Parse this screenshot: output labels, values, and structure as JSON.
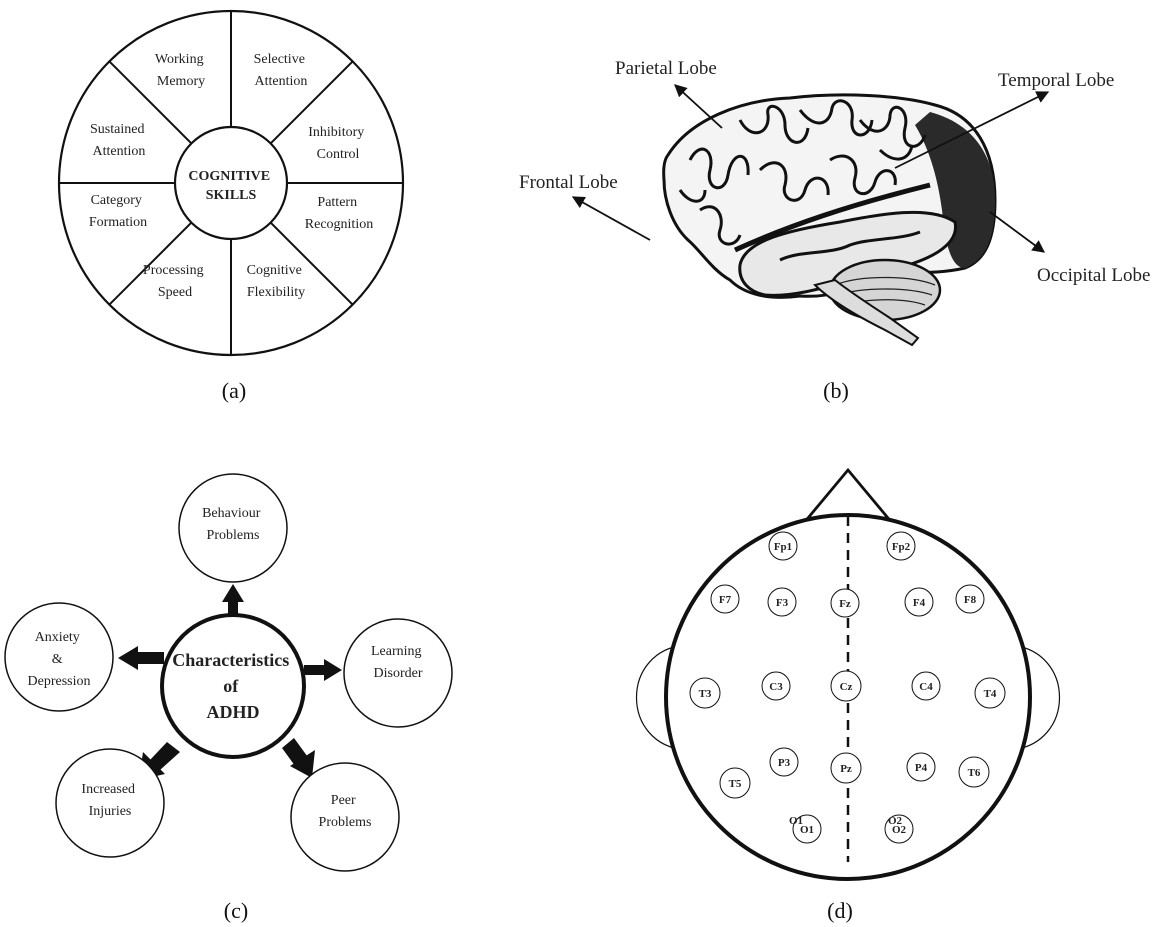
{
  "panel_a": {
    "caption": "(a)",
    "center": [
      "COGNITIVE",
      "SKILLS"
    ],
    "segments": [
      [
        "Working",
        "Memory"
      ],
      [
        "Selective",
        "Attention"
      ],
      [
        "Inhibitory",
        "Control"
      ],
      [
        "Pattern",
        "Recognition"
      ],
      [
        "Cognitive",
        "Flexibility"
      ],
      [
        "Processing",
        "Speed"
      ],
      [
        "Category",
        "Formation"
      ],
      [
        "Sustained",
        "Attention"
      ]
    ]
  },
  "panel_b": {
    "caption": "(b)",
    "labels": {
      "parietal": "Parietal Lobe",
      "temporal": "Temporal Lobe",
      "frontal": "Frontal Lobe",
      "occipital": "Occipital Lobe"
    }
  },
  "panel_c": {
    "caption": "(c)",
    "center": [
      "Characteristics",
      "of",
      "ADHD"
    ],
    "nodes": {
      "behaviour": [
        "Behaviour",
        "Problems"
      ],
      "learning": [
        "Learning",
        "Disorder"
      ],
      "peer": [
        "Peer",
        "Problems"
      ],
      "injuries": [
        "Increased",
        "Injuries"
      ],
      "anxiety": [
        "Anxiety",
        "&",
        "Depression"
      ]
    }
  },
  "panel_d": {
    "caption": "(d)",
    "electrodes": {
      "Fp1": "Fp1",
      "Fp2": "Fp2",
      "F7": "F7",
      "F3": "F3",
      "Fz": "Fz",
      "F4": "F4",
      "F8": "F8",
      "T3": "T3",
      "C3": "C3",
      "Cz": "Cz",
      "C4": "C4",
      "T4": "T4",
      "T5": "T5",
      "P3": "P3",
      "Pz": "Pz",
      "P4": "P4",
      "T6": "T6",
      "O1": "O1",
      "O2": "O2"
    },
    "overlap_labels": {
      "O1": "O1",
      "O2": "O2"
    }
  },
  "colors": {
    "ink": "#111111",
    "background": "#ffffff",
    "brain_shade": "#2a2a2a"
  }
}
